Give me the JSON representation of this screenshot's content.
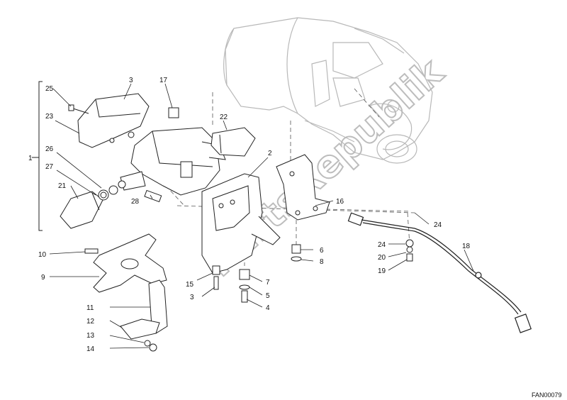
{
  "diagram": {
    "drawing_code": "FAN00079",
    "watermark": "PartsRepublik",
    "callouts": [
      {
        "id": "c1",
        "text": "1"
      },
      {
        "id": "c2",
        "text": "2"
      },
      {
        "id": "c3a",
        "text": "3"
      },
      {
        "id": "c3b",
        "text": "3"
      },
      {
        "id": "c4",
        "text": "4"
      },
      {
        "id": "c5",
        "text": "5"
      },
      {
        "id": "c6",
        "text": "6"
      },
      {
        "id": "c7",
        "text": "7"
      },
      {
        "id": "c8",
        "text": "8"
      },
      {
        "id": "c9",
        "text": "9"
      },
      {
        "id": "c10",
        "text": "10"
      },
      {
        "id": "c11",
        "text": "11"
      },
      {
        "id": "c12",
        "text": "12"
      },
      {
        "id": "c13",
        "text": "13"
      },
      {
        "id": "c14",
        "text": "14"
      },
      {
        "id": "c15",
        "text": "15"
      },
      {
        "id": "c16",
        "text": "16"
      },
      {
        "id": "c17",
        "text": "17"
      },
      {
        "id": "c18",
        "text": "18"
      },
      {
        "id": "c19",
        "text": "19"
      },
      {
        "id": "c20",
        "text": "20"
      },
      {
        "id": "c21",
        "text": "21"
      },
      {
        "id": "c22",
        "text": "22"
      },
      {
        "id": "c23",
        "text": "23"
      },
      {
        "id": "c24a",
        "text": "24"
      },
      {
        "id": "c24b",
        "text": "24"
      },
      {
        "id": "c25",
        "text": "25"
      },
      {
        "id": "c26",
        "text": "26"
      },
      {
        "id": "c27",
        "text": "27"
      },
      {
        "id": "c28",
        "text": "28"
      }
    ]
  }
}
